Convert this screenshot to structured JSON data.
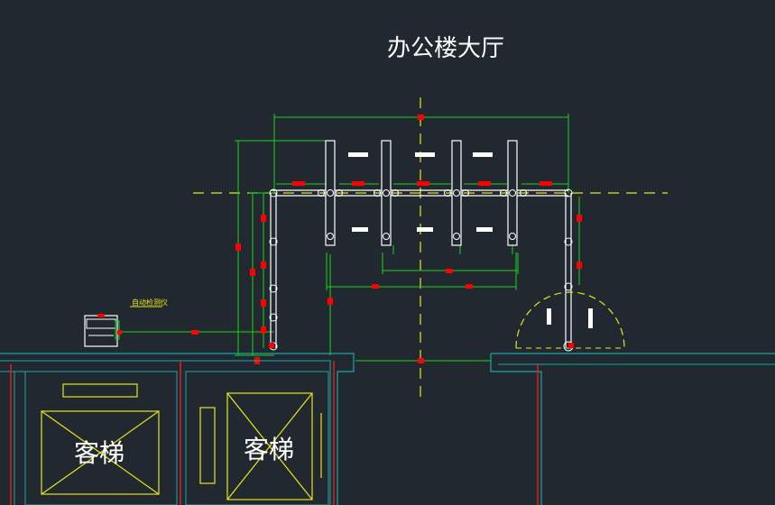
{
  "drawing": {
    "title": "办公楼大厅",
    "device_label": "自动检测仪",
    "elevator_left": "客梯",
    "elevator_right": "客梯"
  },
  "colors": {
    "background": "#212830",
    "dimension_green": "#19d419",
    "centerline_yellow": "#e6e619",
    "outline_white": "#ffffff",
    "wall_cyan": "#18a7a7",
    "wall_red": "#e01f1f",
    "marker_red": "#ff0000",
    "elevator_yellow": "#e6e619"
  }
}
